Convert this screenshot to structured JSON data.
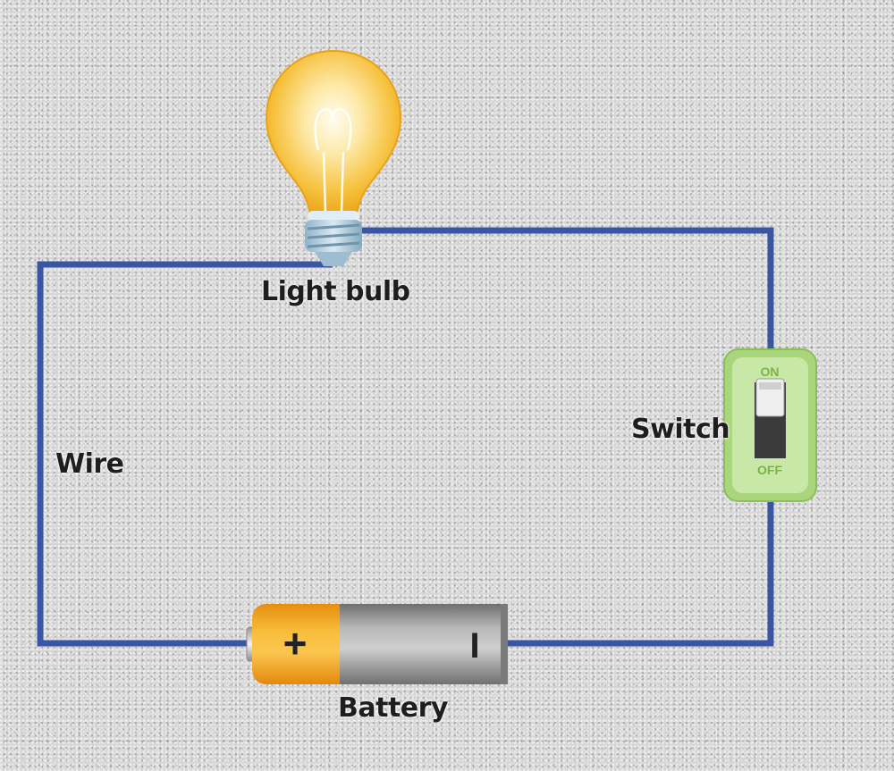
{
  "labels": {
    "light_bulb": "Light bulb",
    "wire": "Wire",
    "switch": "Switch",
    "battery": "Battery"
  },
  "switch": {
    "on_text": "ON",
    "off_text": "OFF",
    "state": "on"
  },
  "battery": {
    "positive_symbol": "+",
    "negative_symbol": "I"
  },
  "colors": {
    "wire": "#3a55a3",
    "bulb_glow": "#f3b21f",
    "battery_orange": "#f4a81c",
    "battery_gray": "#8f8f8f",
    "switch_green": "#a9d57b"
  }
}
